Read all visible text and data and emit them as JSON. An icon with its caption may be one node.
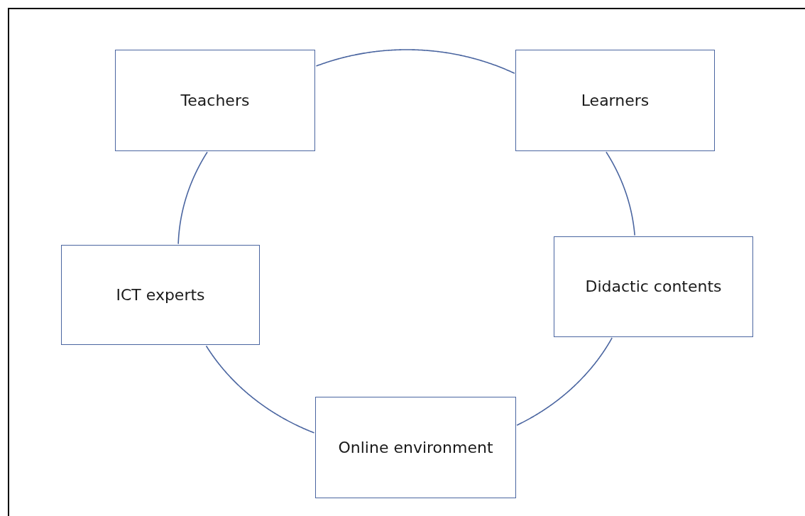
{
  "diagram": {
    "nodes": [
      {
        "text": [
          "Teachers"
        ]
      },
      {
        "text": [
          "Learners"
        ]
      },
      {
        "text": [
          "ICT experts"
        ]
      },
      {
        "text": [
          "Didactic contents"
        ]
      },
      {
        "text": [
          "Online environment"
        ]
      }
    ],
    "edges": [
      {
        "from": 0,
        "to": 1,
        "arrow": "none"
      },
      {
        "from": 1,
        "to": 3,
        "arrow": "none"
      },
      {
        "from": 3,
        "to": 4,
        "arrow": "none"
      },
      {
        "from": 4,
        "to": 2,
        "arrow": "none"
      },
      {
        "from": 2,
        "to": 0,
        "arrow": "none"
      }
    ]
  }
}
